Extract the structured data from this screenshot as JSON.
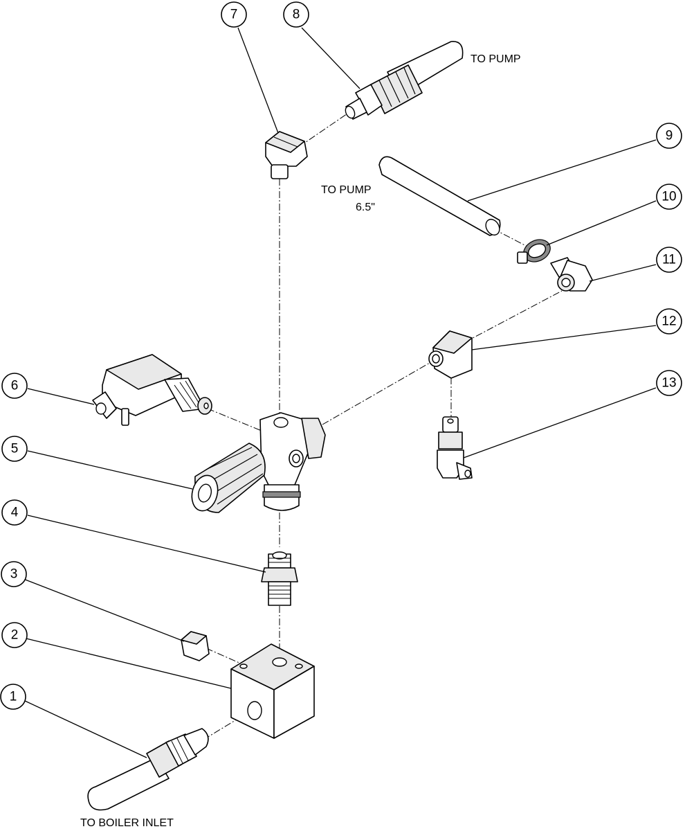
{
  "callouts": [
    {
      "id": "1",
      "label": "1"
    },
    {
      "id": "2",
      "label": "2"
    },
    {
      "id": "3",
      "label": "3"
    },
    {
      "id": "4",
      "label": "4"
    },
    {
      "id": "5",
      "label": "5"
    },
    {
      "id": "6",
      "label": "6"
    },
    {
      "id": "7",
      "label": "7"
    },
    {
      "id": "8",
      "label": "8"
    },
    {
      "id": "9",
      "label": "9"
    },
    {
      "id": "10",
      "label": "10"
    },
    {
      "id": "11",
      "label": "11"
    },
    {
      "id": "12",
      "label": "12"
    },
    {
      "id": "13",
      "label": "13"
    }
  ],
  "notes": {
    "to_pump_top": "TO PUMP",
    "to_pump_mid": "TO PUMP",
    "tube_length": "6.5\"",
    "to_boiler_inlet": "TO BOILER INLET"
  }
}
